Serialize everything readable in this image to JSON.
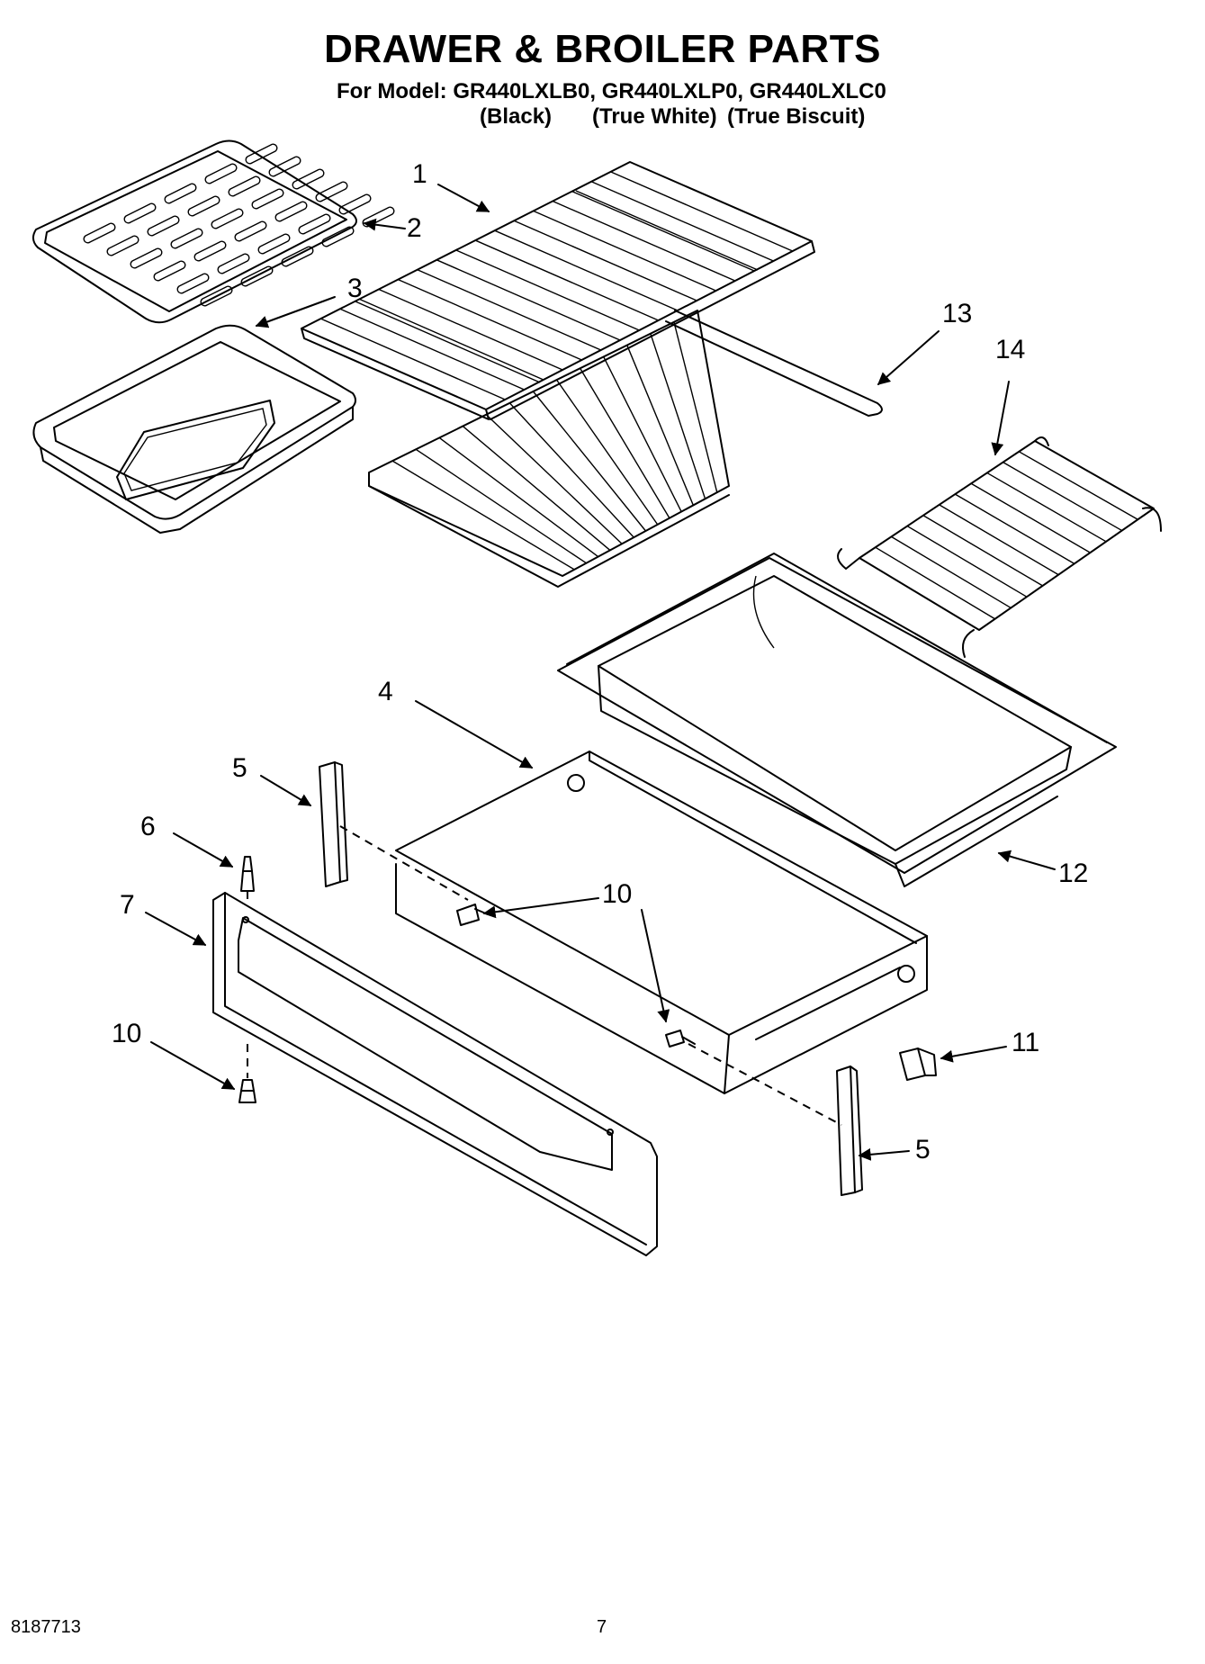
{
  "header": {
    "title": "DRAWER & BROILER PARTS",
    "models_line": "For Model: GR440LXLB0, GR440LXLP0, GR440LXLC0",
    "variants": [
      "(Black)",
      "(True White)",
      "(True Biscuit)"
    ]
  },
  "callouts": {
    "c1": "1",
    "c2": "2",
    "c3": "3",
    "c4": "4",
    "c5a": "5",
    "c5b": "5",
    "c6": "6",
    "c7": "7",
    "c10a": "10",
    "c10b": "10",
    "c10c": "10",
    "c11": "11",
    "c12": "12",
    "c13": "13",
    "c14": "14"
  },
  "footer": {
    "doc_number": "8187713",
    "page_number": "7"
  }
}
